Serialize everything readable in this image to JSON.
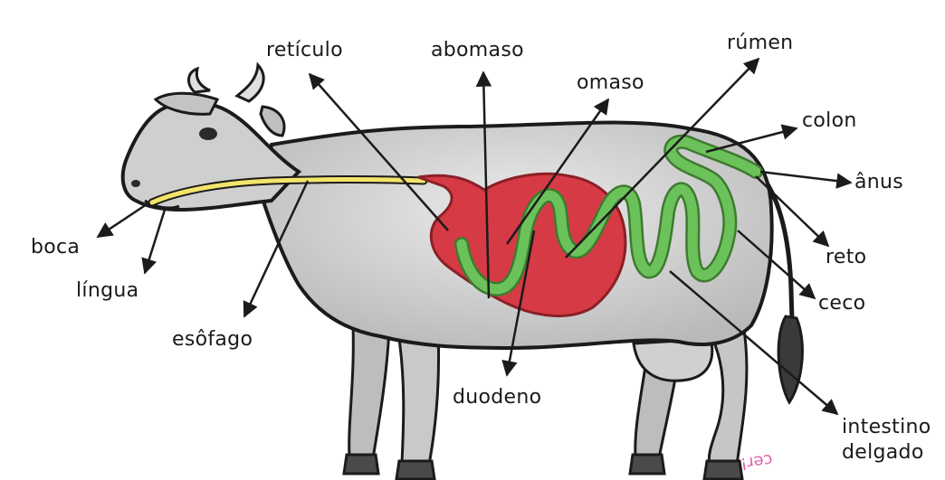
{
  "labels": {
    "reticulo": "retículo",
    "abomaso": "abomaso",
    "omaso": "omaso",
    "rumen": "rúmen",
    "colon": "colon",
    "anus": "ânus",
    "reto": "reto",
    "ceco": "ceco",
    "intestino": "intestino",
    "delgado": "delgado",
    "boca": "boca",
    "lingua": "língua",
    "esofago": "esôfago",
    "duodeno": "duodeno"
  },
  "watermark": "cer!",
  "colors": {
    "body": "#d6d6d6",
    "outline": "#1b1b1b",
    "stomach": "#d63a45",
    "intestine": "#6cc25a",
    "esophagus": "#f2e46a",
    "label": "#1a1a1a"
  }
}
